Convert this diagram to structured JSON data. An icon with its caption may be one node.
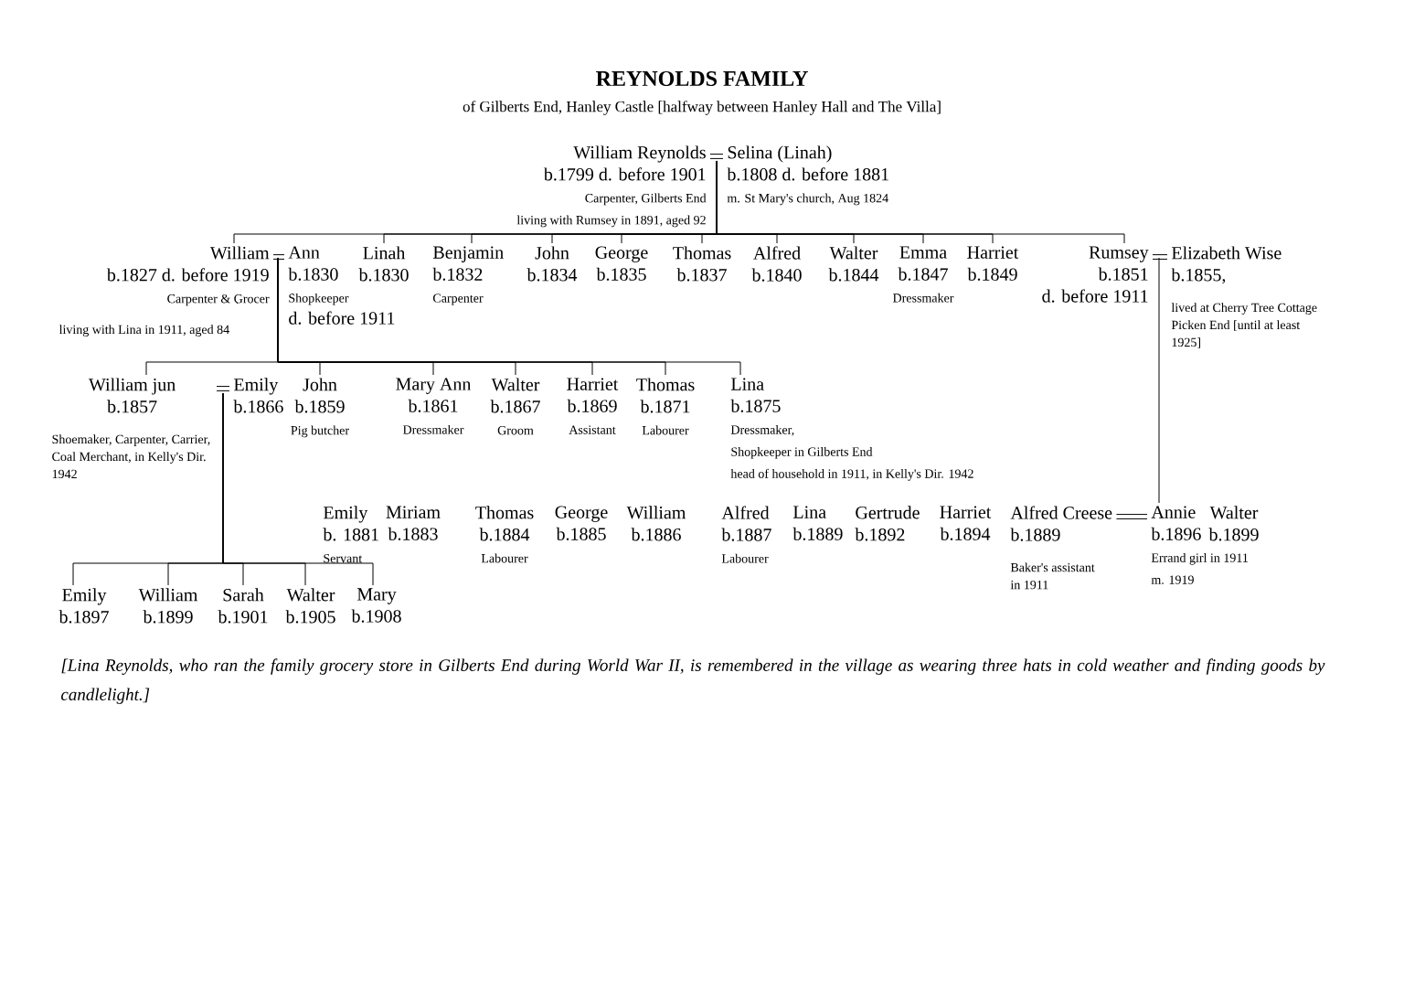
{
  "diagram": {
    "title": "REYNOLDS FAMILY",
    "caption": "[Lina Reynolds, who ran the family grocery store in Gilberts End during World War II, is remembered in the village as wearing three hats in cold weather and finding goods by candlelight.]",
    "labels": [
      "of Gilberts End, Hanley Castle [halfway between Hanley Hall and The Villa]"
    ],
    "nodes": [
      {
        "text": [
          "William Reynolds",
          "b.1799 d. before 1901",
          "Carpenter, Gilberts End",
          "living with Rumsey in 1891, aged 92"
        ]
      },
      {
        "text": [
          "Selina (Linah)",
          "b.1808 d. before 1881",
          "m. St Mary's church, Aug 1824"
        ]
      },
      {
        "text": [
          "William",
          "b.1827 d. before 1919",
          "Carpenter & Grocer",
          "living with Lina in 1911, aged 84"
        ]
      },
      {
        "text": [
          "Ann",
          "b.1830",
          "Shopkeeper",
          "d. before 1911"
        ]
      },
      {
        "text": [
          "Linah",
          "b.1830"
        ]
      },
      {
        "text": [
          "Benjamin",
          "b.1832",
          "Carpenter"
        ]
      },
      {
        "text": [
          "John",
          "b.1834"
        ]
      },
      {
        "text": [
          "George",
          "b.1835"
        ]
      },
      {
        "text": [
          "Thomas",
          "b.1837"
        ]
      },
      {
        "text": [
          "Alfred",
          "b.1840"
        ]
      },
      {
        "text": [
          "Walter",
          "b.1844"
        ]
      },
      {
        "text": [
          "Emma",
          "b.1847",
          "Dressmaker"
        ]
      },
      {
        "text": [
          "Harriet",
          "b.1849"
        ]
      },
      {
        "text": [
          "Rumsey",
          "b.1851",
          "d. before 1911"
        ]
      },
      {
        "text": [
          "Elizabeth Wise",
          "b.1855,",
          "lived at Cherry Tree Cottage Picken End [until at least 1925]"
        ]
      },
      {
        "text": [
          "William jun",
          "b.1857",
          "Shoemaker, Carpenter, Carrier, Coal Merchant, in Kelly's Dir. 1942"
        ]
      },
      {
        "text": [
          "Emily",
          "b.1866"
        ]
      },
      {
        "text": [
          "John",
          "b.1859",
          "Pig butcher"
        ]
      },
      {
        "text": [
          "Mary Ann",
          "b.1861",
          "Dressmaker"
        ]
      },
      {
        "text": [
          "Walter",
          "b.1867",
          "Groom"
        ]
      },
      {
        "text": [
          "Harriet",
          "b.1869",
          "Assistant"
        ]
      },
      {
        "text": [
          "Thomas",
          "b.1871",
          "Labourer"
        ]
      },
      {
        "text": [
          "Lina",
          "b.1875",
          "Dressmaker,",
          "Shopkeeper in Gilberts End",
          "head of household in 1911, in Kelly's Dir. 1942"
        ]
      },
      {
        "text": [
          "Emily",
          "b. 1881",
          "Servant"
        ]
      },
      {
        "text": [
          "Miriam",
          "b.1883"
        ]
      },
      {
        "text": [
          "Thomas",
          "b.1884",
          "Labourer"
        ]
      },
      {
        "text": [
          "George",
          "b.1885"
        ]
      },
      {
        "text": [
          "William",
          "b.1886"
        ]
      },
      {
        "text": [
          "Alfred",
          "b.1887",
          "Labourer"
        ]
      },
      {
        "text": [
          "Lina",
          "b.1889"
        ]
      },
      {
        "text": [
          "Gertrude",
          "b.1892"
        ]
      },
      {
        "text": [
          "Harriet",
          "b.1894"
        ]
      },
      {
        "text": [
          "Alfred Creese",
          "b.1889",
          "Baker's assistant in 1911"
        ]
      },
      {
        "text": [
          "Annie",
          "b.1896",
          "Errand girl in 1911",
          "m. 1919"
        ]
      },
      {
        "text": [
          "Walter",
          "b.1899"
        ]
      },
      {
        "text": [
          "Emily",
          "b.1897"
        ]
      },
      {
        "text": [
          "William",
          "b.1899"
        ]
      },
      {
        "text": [
          "Sarah",
          "b.1901"
        ]
      },
      {
        "text": [
          "Walter",
          "b.1905"
        ]
      },
      {
        "text": [
          "Mary",
          "b.1908"
        ]
      }
    ],
    "edges": [
      {
        "from": 0,
        "to": 1,
        "arrow": "none"
      },
      {
        "from": 0,
        "to": 2,
        "arrow": "none"
      },
      {
        "from": 0,
        "to": 4,
        "arrow": "none"
      },
      {
        "from": 0,
        "to": 5,
        "arrow": "none"
      },
      {
        "from": 0,
        "to": 6,
        "arrow": "none"
      },
      {
        "from": 0,
        "to": 7,
        "arrow": "none"
      },
      {
        "from": 0,
        "to": 8,
        "arrow": "none"
      },
      {
        "from": 0,
        "to": 9,
        "arrow": "none"
      },
      {
        "from": 0,
        "to": 10,
        "arrow": "none"
      },
      {
        "from": 0,
        "to": 11,
        "arrow": "none"
      },
      {
        "from": 0,
        "to": 12,
        "arrow": "none"
      },
      {
        "from": 0,
        "to": 13,
        "arrow": "none"
      },
      {
        "from": 2,
        "to": 3,
        "arrow": "none"
      },
      {
        "from": 13,
        "to": 14,
        "arrow": "none"
      },
      {
        "from": 2,
        "to": 15,
        "arrow": "none"
      },
      {
        "from": 2,
        "to": 17,
        "arrow": "none"
      },
      {
        "from": 2,
        "to": 18,
        "arrow": "none"
      },
      {
        "from": 2,
        "to": 19,
        "arrow": "none"
      },
      {
        "from": 2,
        "to": 20,
        "arrow": "none"
      },
      {
        "from": 2,
        "to": 21,
        "arrow": "none"
      },
      {
        "from": 2,
        "to": 22,
        "arrow": "none"
      },
      {
        "from": 15,
        "to": 16,
        "arrow": "none"
      },
      {
        "from": 13,
        "to": 33,
        "arrow": "none"
      },
      {
        "from": 32,
        "to": 33,
        "arrow": "none"
      },
      {
        "from": 15,
        "to": 35,
        "arrow": "none"
      },
      {
        "from": 15,
        "to": 36,
        "arrow": "none"
      },
      {
        "from": 15,
        "to": 37,
        "arrow": "none"
      },
      {
        "from": 15,
        "to": 38,
        "arrow": "none"
      },
      {
        "from": 15,
        "to": 39,
        "arrow": "none"
      }
    ]
  }
}
